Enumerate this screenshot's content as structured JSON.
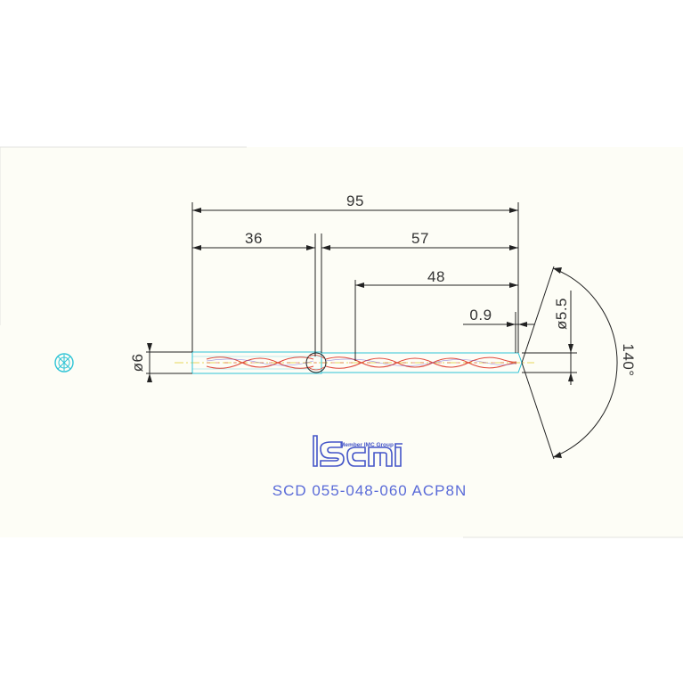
{
  "drawing": {
    "part_number": "SCD 055-048-060 ACP8N",
    "logo": {
      "tagline": "Member IMC Group",
      "brand": "iscar"
    },
    "dimensions": {
      "overall_length": "95",
      "shank_length": "36",
      "body_length": "57",
      "flute_length": "48",
      "chamfer_length": "0.9",
      "tip_diameter": "ø5.5",
      "shank_diameter": "ø6",
      "point_angle": "140°"
    },
    "colors": {
      "paper": "#fdfdf6",
      "outline": "#2ec4d6",
      "flute": "#e0483a",
      "title_text": "#5a6bd8",
      "dimension": "#222222",
      "centerline": "#e8d85a"
    },
    "icons": {
      "symbol": "tolerance-symbol-icon"
    }
  }
}
